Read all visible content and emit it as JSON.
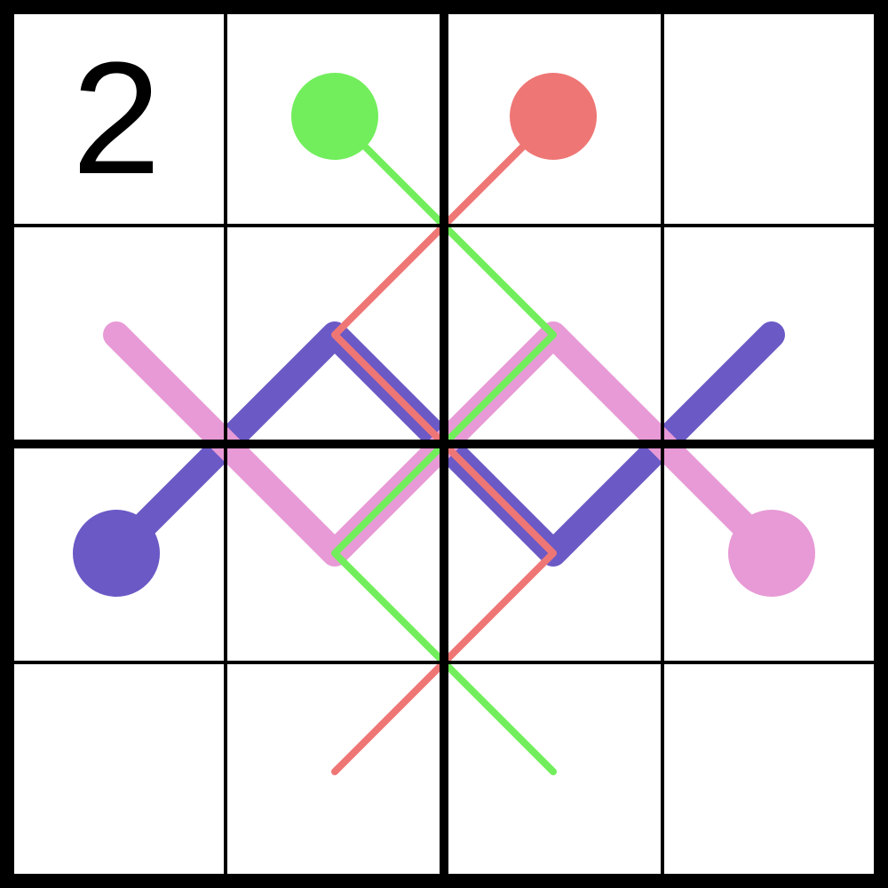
{
  "puzzle": {
    "size": 4,
    "box_rows": 2,
    "box_cols": 2,
    "givens": [
      {
        "row": 0,
        "col": 0,
        "value": "2"
      }
    ],
    "lines": [
      {
        "name": "green-line",
        "color": "#72ee5c",
        "weight": "thin",
        "bulb": {
          "row": 0,
          "col": 1
        },
        "cells": [
          [
            0,
            1
          ],
          [
            1,
            2
          ],
          [
            1,
            2
          ],
          [
            2,
            1
          ],
          [
            3,
            2
          ]
        ]
      },
      {
        "name": "red-line",
        "color": "#ee7775",
        "weight": "thin",
        "bulb": {
          "row": 0,
          "col": 2
        },
        "cells": [
          [
            0,
            2
          ],
          [
            1,
            1
          ],
          [
            2,
            2
          ],
          [
            3,
            1
          ]
        ]
      },
      {
        "name": "purple-line",
        "color": "#6b59c6",
        "weight": "thick",
        "bulb": {
          "row": 2,
          "col": 0
        },
        "cells": [
          [
            2,
            0
          ],
          [
            1,
            1
          ],
          [
            2,
            2
          ],
          [
            1,
            3
          ]
        ]
      },
      {
        "name": "pink-line",
        "color": "#e79ad6",
        "weight": "thick",
        "bulb": {
          "row": 2,
          "col": 3
        },
        "cells": [
          [
            2,
            3
          ],
          [
            1,
            2
          ],
          [
            2,
            1
          ],
          [
            1,
            0
          ]
        ]
      }
    ]
  }
}
